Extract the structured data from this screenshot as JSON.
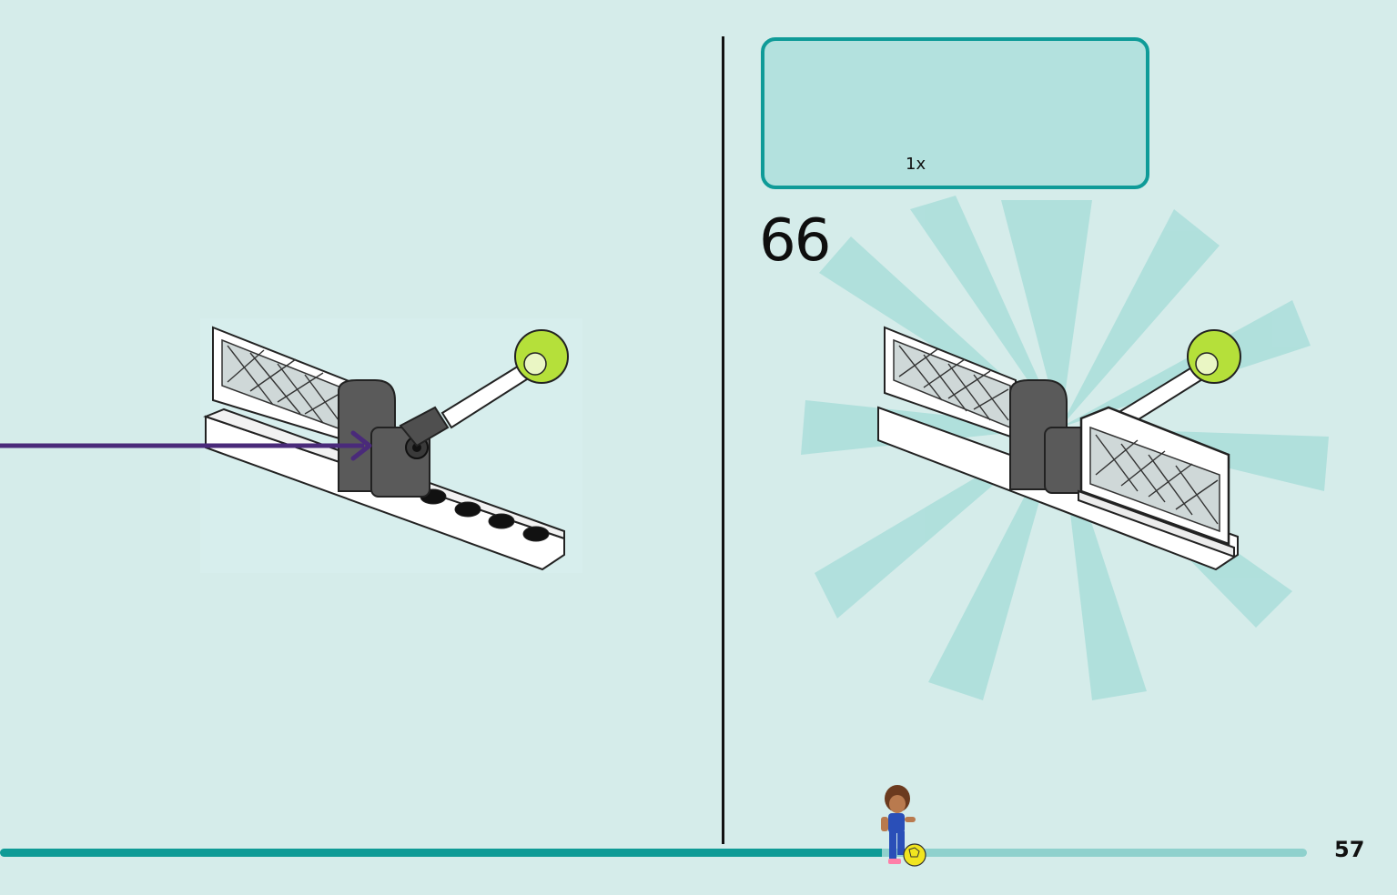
{
  "page": {
    "number": "57",
    "step_number": "66",
    "progress_fraction": 0.675
  },
  "parts_callout": {
    "quantity": "1x",
    "part_icon": "fence-panel-icon"
  },
  "colors": {
    "background": "#d5ecea",
    "accent": "#0f9b98",
    "arrow": "#4a2a7a",
    "lime": "#b5e03a",
    "dark_gray": "#5a5a5a"
  },
  "illustrations": {
    "left": "fence-assembly-icon",
    "right": "fence-assembly-complete-icon",
    "progress_marker": "minifigure-soccer-player-icon"
  }
}
